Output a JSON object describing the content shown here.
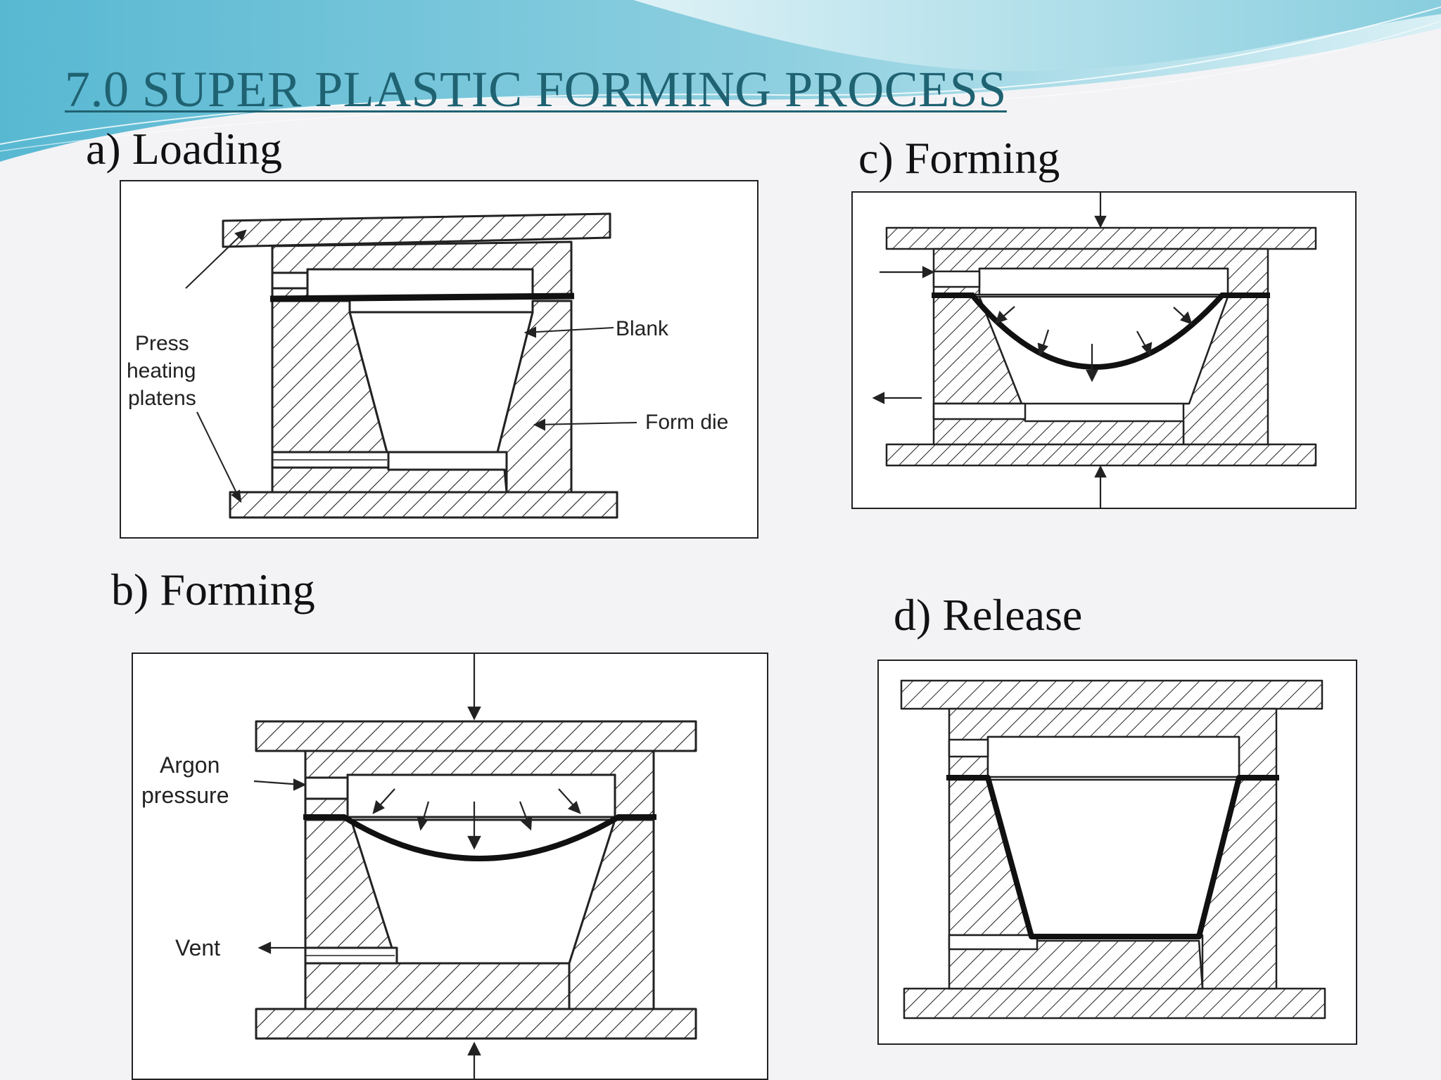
{
  "slide": {
    "title": "7.0 SUPER PLASTIC FORMING PROCESS"
  },
  "panels": {
    "a": {
      "label": "a)  Loading",
      "annotations": {
        "press": "Press",
        "heating": "heating",
        "platens": "platens",
        "blank": "Blank",
        "form_die": "Form die"
      }
    },
    "b": {
      "label": "b)  Forming",
      "annotations": {
        "argon": "Argon",
        "pressure": "pressure",
        "vent": "Vent"
      }
    },
    "c": {
      "label": "c)  Forming"
    },
    "d": {
      "label": "d)  Release"
    }
  },
  "colors": {
    "title": "#1f6272",
    "wave_light": "#bfe6ee",
    "wave_mid": "#6fc3d6",
    "wave_dark": "#2b8fb3",
    "ink": "#222222"
  }
}
